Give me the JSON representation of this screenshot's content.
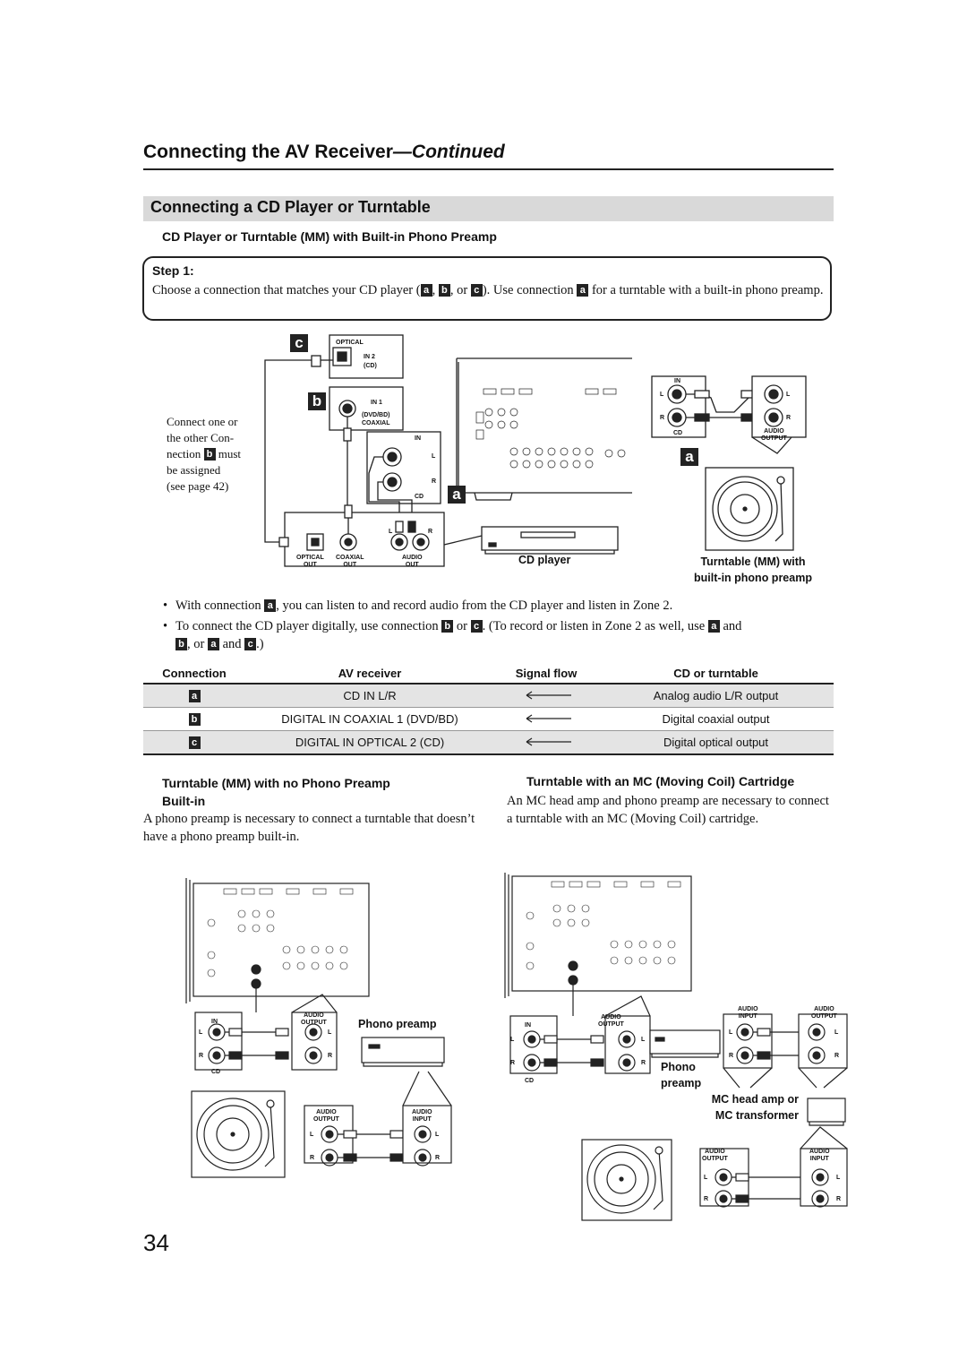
{
  "header": {
    "title": "Connecting the AV Receiver",
    "continued": "—Continued"
  },
  "section": {
    "title": "Connecting a CD Player or Turntable"
  },
  "sub1": "CD Player or Turntable (MM) with Built-in Phono Preamp",
  "step": {
    "label": "Step 1:",
    "t1": "Choose a connection that matches your CD player (",
    "t2": ", ",
    "t3": ", or ",
    "t4": "). Use connection ",
    "t5": " for a turntable with a built-in phono preamp."
  },
  "badges": {
    "a": "a",
    "b": "b",
    "c": "c"
  },
  "diagram1": {
    "note": [
      "Connect one or",
      "the other Con-",
      "nection",
      "must",
      "be assigned",
      "(see page 42)"
    ],
    "optical": "OPTICAL",
    "in2": "IN 2",
    "cd_paren": "(CD)",
    "in1": "IN 1",
    "dvdbd": "(DVD/BD)",
    "coaxial": "COAXIAL",
    "in": "IN",
    "l": "L",
    "r": "R",
    "cd": "CD",
    "optical_out": [
      "OPTICAL",
      "OUT"
    ],
    "coaxial_out": [
      "COAXIAL",
      "OUT"
    ],
    "audio_out": [
      "AUDIO",
      "OUT"
    ],
    "audio_output": [
      "AUDIO",
      "OUTPUT"
    ],
    "cd_player": "CD player",
    "turntable_label": [
      "Turntable (MM) with",
      "built-in phono preamp"
    ]
  },
  "bullets": {
    "b1": [
      "With connection ",
      ", you can listen to and record audio from the CD player and listen in Zone 2."
    ],
    "b2": [
      "To connect the CD player digitally, use connection ",
      " or ",
      ". (To record or listen in Zone 2 as well, use ",
      " and ",
      ", or ",
      " and ",
      ".)"
    ]
  },
  "table": {
    "headers": [
      "Connection",
      "AV receiver",
      "Signal flow",
      "CD or turntable"
    ],
    "rows": [
      {
        "conn": "a",
        "receiver": "CD IN L/R",
        "output": "Analog audio L/R output"
      },
      {
        "conn": "b",
        "receiver": "DIGITAL IN COAXIAL 1 (DVD/BD)",
        "output": "Digital coaxial output"
      },
      {
        "conn": "c",
        "receiver": "DIGITAL IN OPTICAL 2 (CD)",
        "output": "Digital optical output"
      }
    ]
  },
  "left_section": {
    "title": [
      "Turntable (MM) with no Phono Preamp",
      "Built-in"
    ],
    "text": "A phono preamp is necessary to connect a turntable that doesn’t have a phono preamp built-in."
  },
  "right_section": {
    "title": "Turntable with an MC (Moving Coil) Cartridge",
    "text": "An MC head amp and phono preamp are necessary to connect a turntable with an MC (Moving Coil) cartridge."
  },
  "diagram2": {
    "phono_preamp": "Phono preamp",
    "audio_output": [
      "AUDIO",
      "OUTPUT"
    ],
    "audio_input": [
      "AUDIO",
      "INPUT"
    ]
  },
  "diagram3": {
    "phono": "Phono",
    "preamp": "preamp",
    "mc_head": "MC head amp or",
    "mc_trans": "MC transformer"
  },
  "page_number": "34"
}
